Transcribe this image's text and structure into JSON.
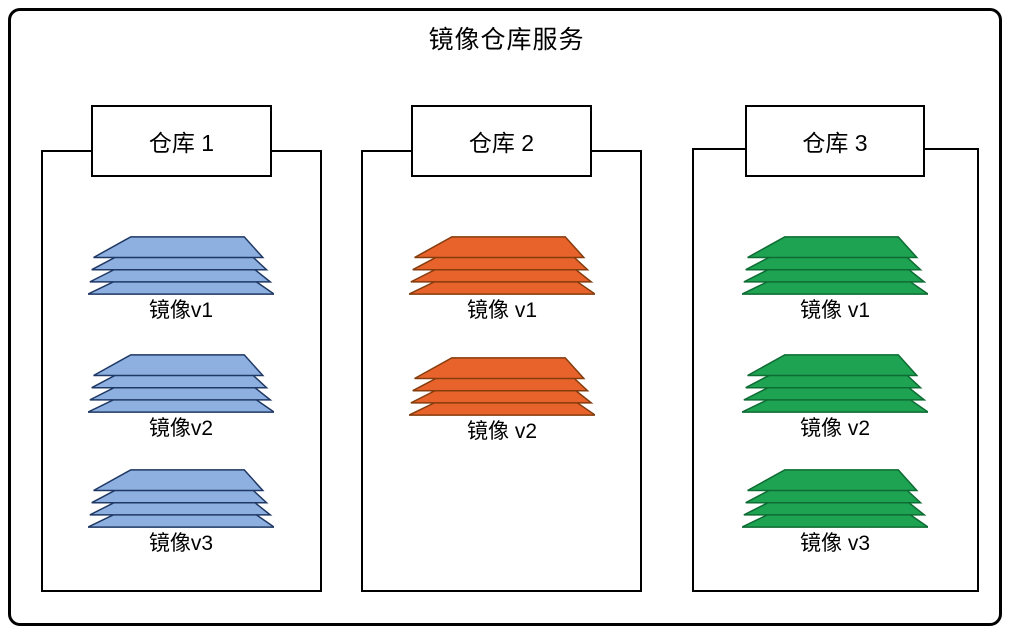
{
  "title": "镜像仓库服务",
  "repos": [
    {
      "label": "仓库 1",
      "fill_color": "#8DB0E0",
      "border_color": "#1F3864",
      "images": [
        {
          "label": "镜像v1"
        },
        {
          "label": "镜像v2"
        },
        {
          "label": "镜像v3"
        }
      ]
    },
    {
      "label": "仓库 2",
      "fill_color": "#E8632C",
      "border_color": "#843C0C",
      "images": [
        {
          "label": "镜像 v1"
        },
        {
          "label": "镜像 v2"
        }
      ]
    },
    {
      "label": "仓库 3",
      "fill_color": "#1DA351",
      "border_color": "#0E6B33",
      "images": [
        {
          "label": "镜像 v1"
        },
        {
          "label": "镜像 v2"
        },
        {
          "label": "镜像 v3"
        }
      ]
    }
  ],
  "layers_per_image": 4
}
